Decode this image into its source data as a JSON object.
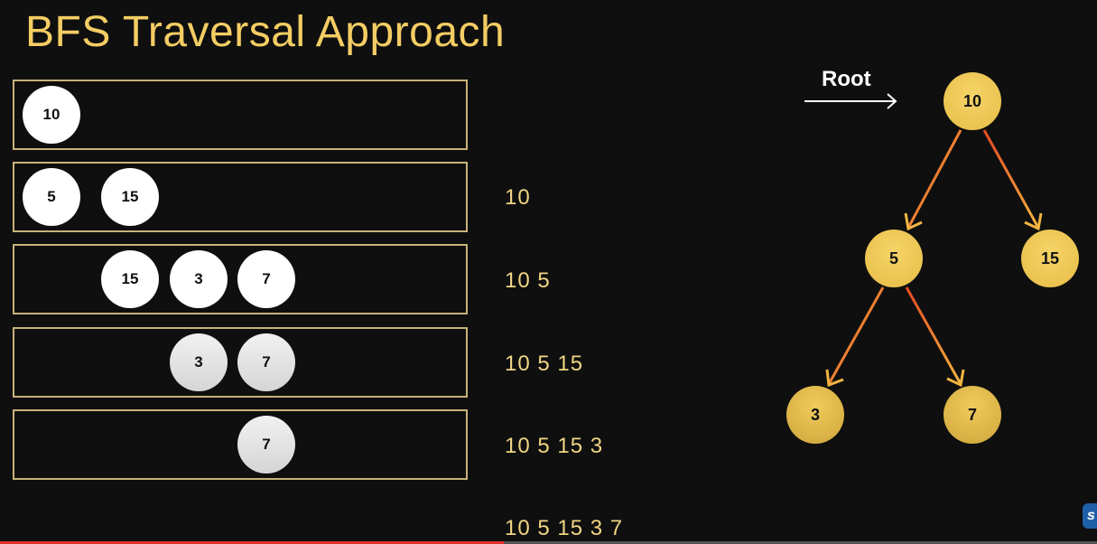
{
  "title": "BFS Traversal Approach",
  "queue": {
    "rows": [
      {
        "nodes": [
          "10"
        ]
      },
      {
        "nodes": [
          "5",
          "15"
        ]
      },
      {
        "nodes": [
          "15",
          "3",
          "7"
        ]
      },
      {
        "nodes": [
          "3",
          "7"
        ]
      },
      {
        "nodes": [
          "7"
        ]
      }
    ]
  },
  "output": {
    "lines": [
      "10",
      "10 5",
      "10 5 15",
      "10 5 15 3",
      "10 5 15 3 7"
    ]
  },
  "tree": {
    "root_label": "Root",
    "nodes": {
      "root": "10",
      "left": "5",
      "right": "15",
      "left_left": "3",
      "left_right": "7"
    }
  },
  "colors": {
    "title": "#f4cd63",
    "node_gold": "#f0c955",
    "edge_start": "#e84a22",
    "edge_end": "#f3b540"
  },
  "icons": {
    "corner_badge_letter": "s"
  }
}
